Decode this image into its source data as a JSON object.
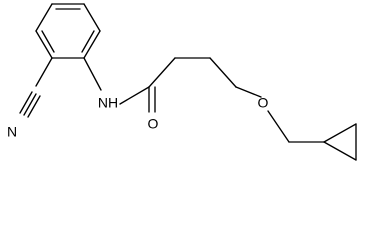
{
  "molecule": {
    "atoms": {
      "nitrile_n": "N",
      "amide_nh": "NH",
      "carbonyl_o": "O",
      "ether_o": "O"
    },
    "colors": {
      "bond": "#000000",
      "label": "#000000",
      "background": "#ffffff"
    }
  }
}
